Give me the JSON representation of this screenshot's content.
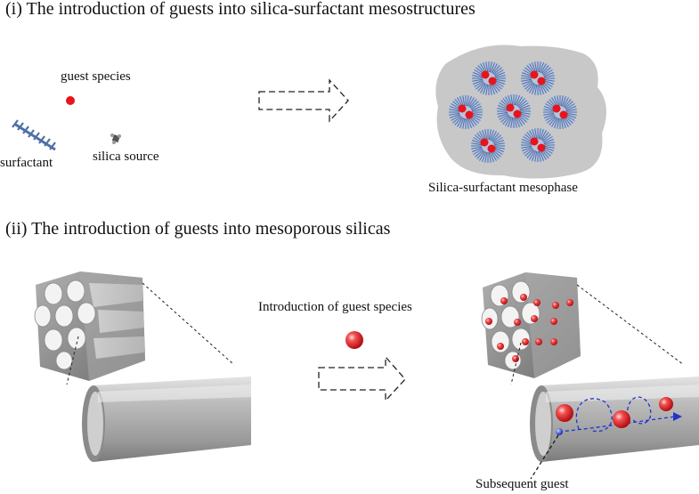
{
  "section1": {
    "title": "(i) The introduction of guests into silica-surfactant mesostructures",
    "guest_species_label": "guest species",
    "surfactant_label": "surfactant",
    "silica_source_label": "silica source",
    "mesophase_label": "Silica-surfactant mesophase"
  },
  "section2": {
    "title": "(ii) The introduction of guests into mesoporous silicas",
    "introduction_label": "Introduction of guest species",
    "subsequent_guest_label": "Subsequent guest"
  },
  "colors": {
    "guest_red": "#e8141c",
    "surfactant_blue": "#4f6fa8",
    "silica_gray": "#c8c8c8",
    "path_blue": "#2233cc"
  }
}
